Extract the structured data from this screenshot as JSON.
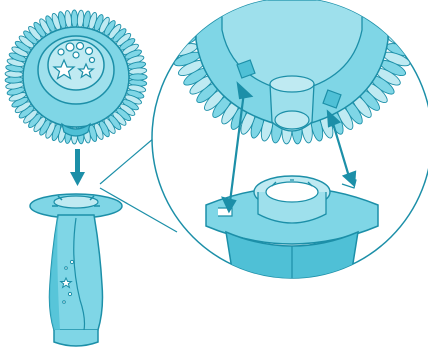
{
  "figure": {
    "type": "assembly-instruction-illustration",
    "colors": {
      "fill_main": "#7fd6e6",
      "fill_light": "#bfeaf2",
      "fill_dark": "#4fc0d6",
      "outline": "#1c8fa8",
      "arrow": "#1c8fa8",
      "background": "#ffffff"
    },
    "parts": {
      "top": "ribbed-dome-cap-with-stars",
      "bottom": "handle-with-notched-mount",
      "callout": "zoomed-detail-circle"
    },
    "icons": {
      "assembly": "down-arrow-icon",
      "alignment": "double-headed-arrow-icon"
    }
  }
}
